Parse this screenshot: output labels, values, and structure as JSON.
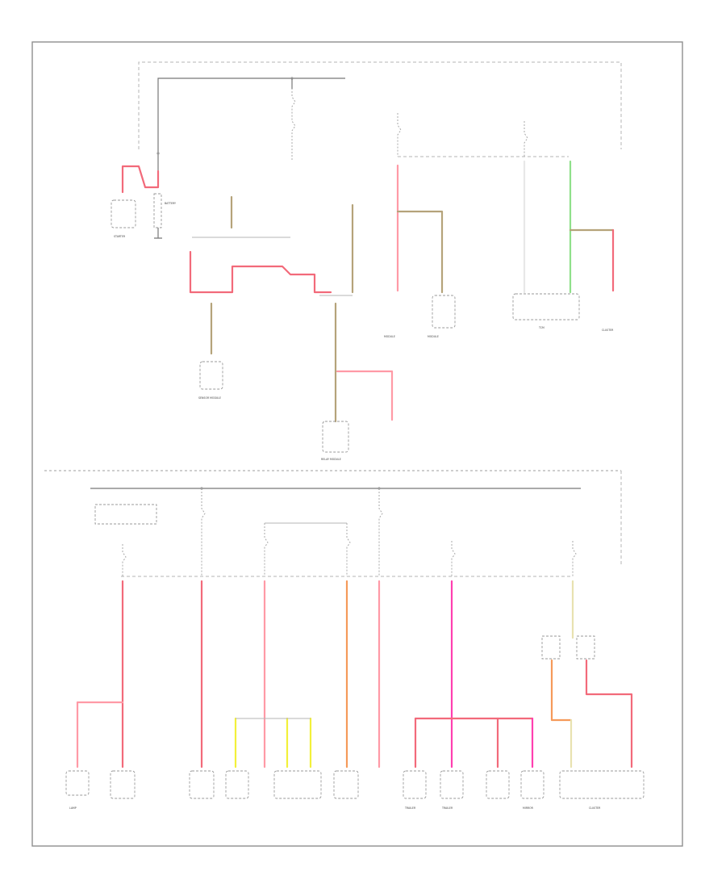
{
  "diagram": {
    "page_number": "",
    "labels": [
      {
        "id": "starter",
        "text": "STARTER"
      },
      {
        "id": "battery",
        "text": "BATTERY"
      },
      {
        "id": "sensor",
        "text": "SENSOR MODULE"
      },
      {
        "id": "relay",
        "text": "RELAY MODULE"
      },
      {
        "id": "mod1",
        "text": "MODULE"
      },
      {
        "id": "mod2",
        "text": "MODULE"
      },
      {
        "id": "tcm",
        "text": "TCM"
      },
      {
        "id": "cluster",
        "text": "CLUSTER"
      },
      {
        "id": "lamp",
        "text": "LAMP"
      },
      {
        "id": "trailer1",
        "text": "TRAILER"
      },
      {
        "id": "trailer2",
        "text": "TRAILER"
      },
      {
        "id": "mirror",
        "text": "MIRROR"
      },
      {
        "id": "cluster2",
        "text": "CLUSTER"
      }
    ]
  },
  "icons": {
    "fuse": "fuse-icon",
    "ground": "ground-icon",
    "connector": "connector-icon",
    "splice": "splice-icon"
  },
  "colors": {
    "red": "#f26a7a",
    "pink": "#ff9aa6",
    "tan": "#b5a37a",
    "yellow": "#f2f03a",
    "orange": "#f59a5a",
    "green": "#8fe08a",
    "magenta": "#ff3fb0",
    "cream": "#e8e2b0",
    "frame": "#8f8f8f"
  }
}
